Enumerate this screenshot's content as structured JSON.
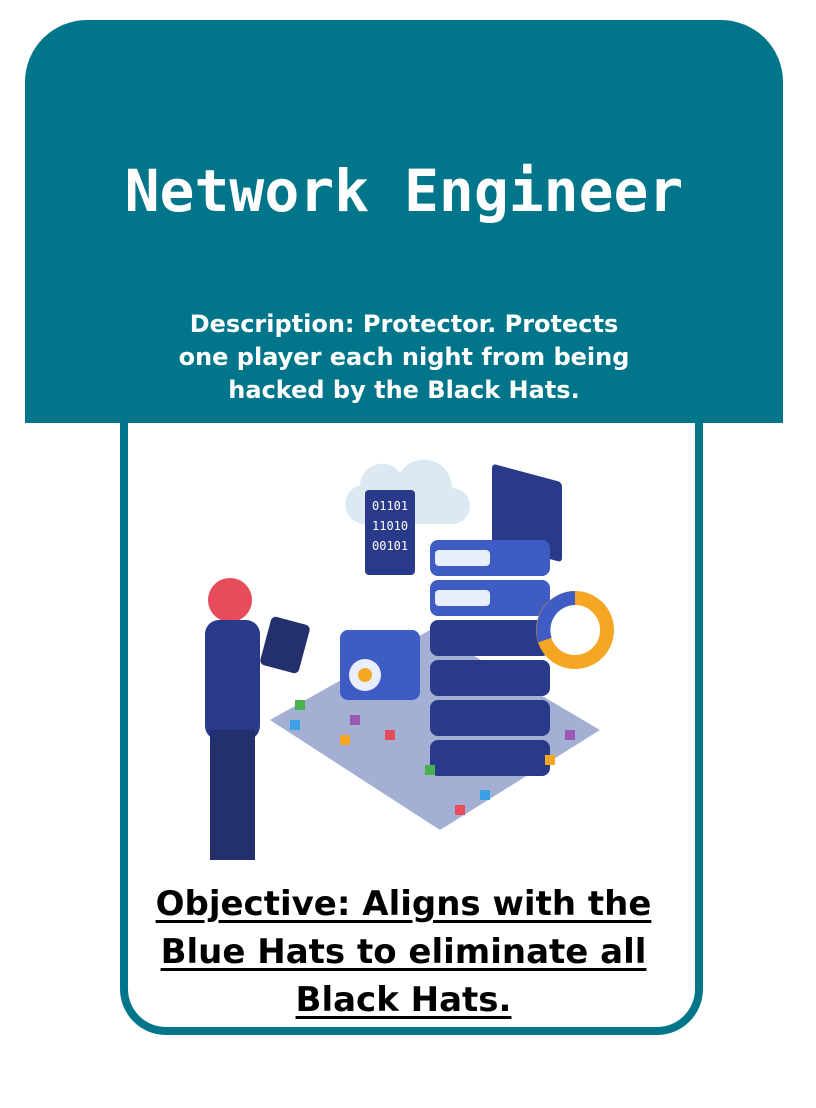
{
  "card": {
    "title": "Network Engineer",
    "description": "Description: Protector. Protects one player each night from being hacked by the Black Hats.",
    "objective": "Objective: Aligns with the Blue Hats to eliminate all Black Hats.",
    "illustration_icon": "network-engineer-server-illustration",
    "colors": {
      "accent": "#01768a",
      "text_light": "#ffffff",
      "text_dark": "#000000"
    }
  }
}
